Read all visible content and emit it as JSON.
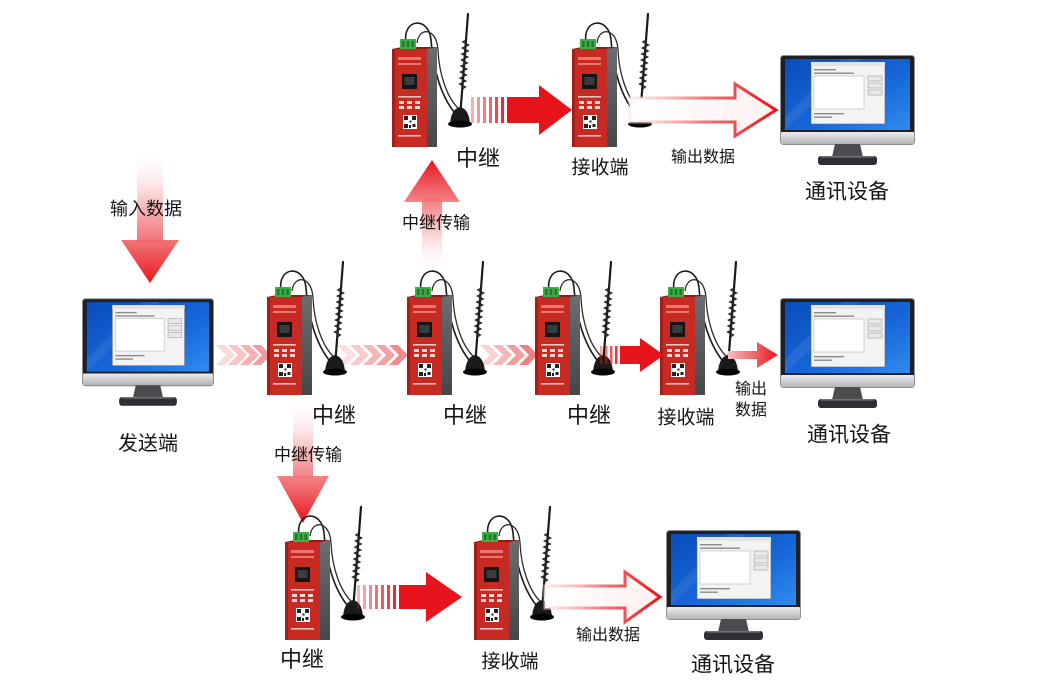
{
  "diagram": {
    "input_label": "输入数据",
    "sender_label": "发送端"
  },
  "top_branch": {
    "transfer_label": "中继传输",
    "relay_label": "中继",
    "receiver_label": "接收端",
    "output_label": "输出数据",
    "device_label": "通讯设备"
  },
  "main_chain": {
    "relays": [
      {
        "label": "中继"
      },
      {
        "label": "中继"
      },
      {
        "label": "中继"
      }
    ],
    "receiver_label": "接收端",
    "output_label_lines": [
      "输出",
      "数据"
    ],
    "device_label": "通讯设备"
  },
  "bottom_branch": {
    "transfer_label": "中继传输",
    "relay_label": "中继",
    "receiver_label": "接收端",
    "output_label": "输出数据",
    "device_label": "通讯设备"
  },
  "icons": {
    "relay_device": "dtu-relay-icon",
    "receiver_device": "dtu-receiver-icon",
    "computer": "monitor-icon",
    "antenna": "antenna-icon"
  },
  "colors": {
    "arrow_red": "#e8141b",
    "device_red": "#c62a22",
    "terminal_green": "#3fae49",
    "screen_blue": "#1565d8"
  }
}
